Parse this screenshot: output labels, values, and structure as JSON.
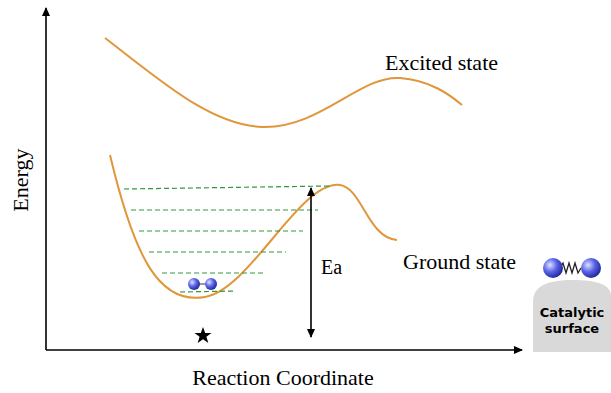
{
  "diagram": {
    "nodes": [
      {
        "text": [
          "Catalytic surface"
        ]
      }
    ],
    "labels": [
      "Excited state",
      "Ground state",
      "Ea",
      "Energy",
      "Reaction Coordinate"
    ]
  }
}
